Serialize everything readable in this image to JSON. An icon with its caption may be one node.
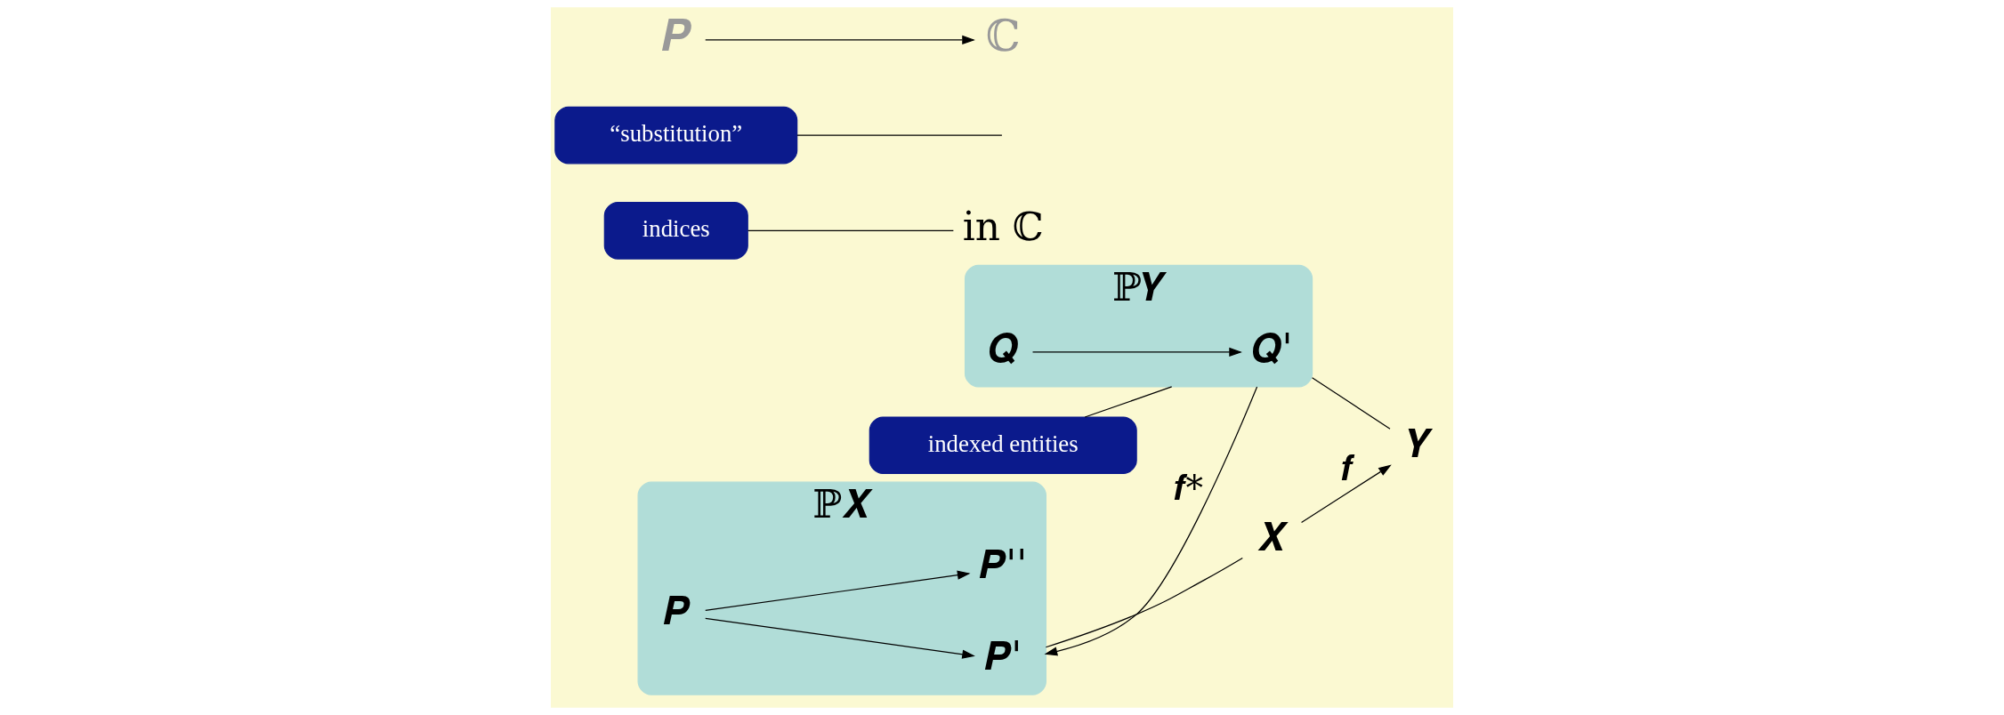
{
  "diagram": {
    "nodes": [
      {
        "text": [
          "ℙ𝑿"
        ]
      },
      {
        "text": [
          "𝑷'"
        ],
        "in": 0
      },
      {
        "text": [
          "𝑷''"
        ],
        "in": 0
      },
      {
        "text": [
          "𝑷"
        ],
        "in": 0
      },
      {
        "text": [
          "ℙ𝒀"
        ]
      },
      {
        "text": [
          "𝑸'"
        ],
        "in": 4
      },
      {
        "text": [
          "𝑸"
        ],
        "in": 4
      },
      {
        "text": [
          "𝑿"
        ]
      },
      {
        "text": [
          "𝒀"
        ]
      },
      {
        "text": [
          "in ℂ"
        ]
      },
      {
        "text": [
          "“substitution”"
        ]
      },
      {
        "text": [
          "indexed entities"
        ]
      },
      {
        "text": [
          "indices"
        ]
      },
      {
        "text": [
          "𝑷"
        ]
      },
      {
        "text": [
          "ℂ"
        ]
      }
    ],
    "edges": [
      {
        "from": 3,
        "to": 1,
        "arrow": "to"
      },
      {
        "from": 3,
        "to": 2,
        "arrow": "to"
      },
      {
        "from": 6,
        "to": 5,
        "arrow": "to"
      },
      {
        "from": 4,
        "to": 0,
        "arrow": "to",
        "label": "𝒇*"
      },
      {
        "from": 7,
        "to": 8,
        "arrow": "to",
        "label": "𝒇"
      },
      {
        "from": 0,
        "to": 7,
        "arrow": "none"
      },
      {
        "from": 4,
        "to": 8,
        "arrow": "none"
      },
      {
        "from": 10,
        "to": null,
        "arrow": "none"
      },
      {
        "from": 11,
        "to": 4,
        "arrow": "none"
      },
      {
        "from": 12,
        "to": 9,
        "arrow": "none"
      },
      {
        "from": 13,
        "to": 14,
        "arrow": "to"
      }
    ]
  }
}
